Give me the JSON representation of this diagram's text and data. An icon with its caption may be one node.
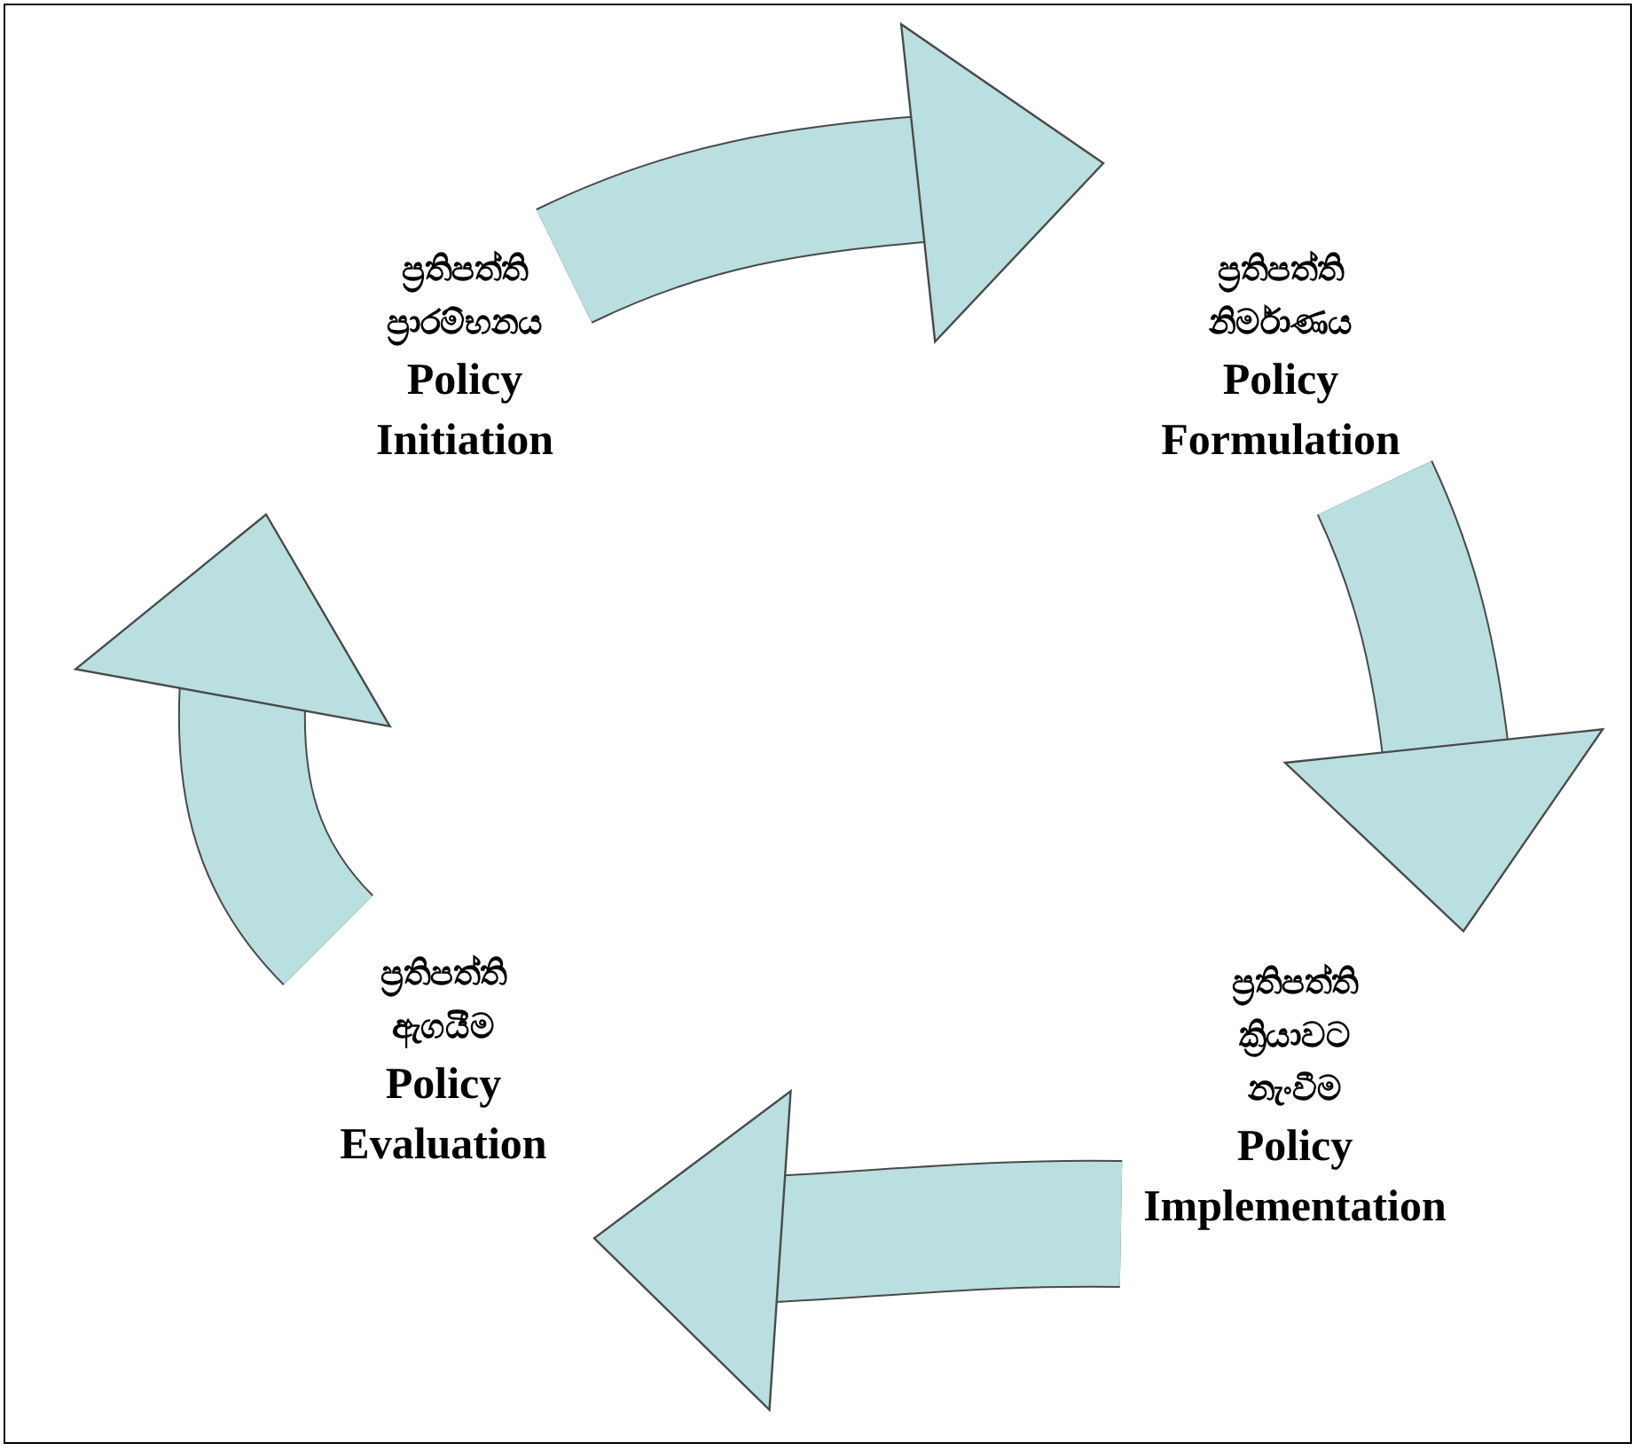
{
  "diagram": {
    "nodes": [
      {
        "text": [
          "ප්‍රතිපත්ති ප්‍රාරම්භනය",
          "Policy Initiation"
        ]
      },
      {
        "text": [
          "ප්‍රතිපත්ති නිර්මාණය",
          "Policy Formulation"
        ]
      },
      {
        "text": [
          "ප්‍රතිපත්ති ක්‍රියාවට නැංවීම",
          "Policy Implementation"
        ]
      },
      {
        "text": [
          "ප්‍රතිපත්ති ඇගයීම",
          "Policy Evaluation"
        ]
      }
    ],
    "edges": [
      {
        "from": 0,
        "to": 1,
        "arrow": "to"
      },
      {
        "from": 1,
        "to": 2,
        "arrow": "to"
      },
      {
        "from": 2,
        "to": 3,
        "arrow": "to"
      },
      {
        "from": 3,
        "to": 0,
        "arrow": "to"
      }
    ]
  }
}
